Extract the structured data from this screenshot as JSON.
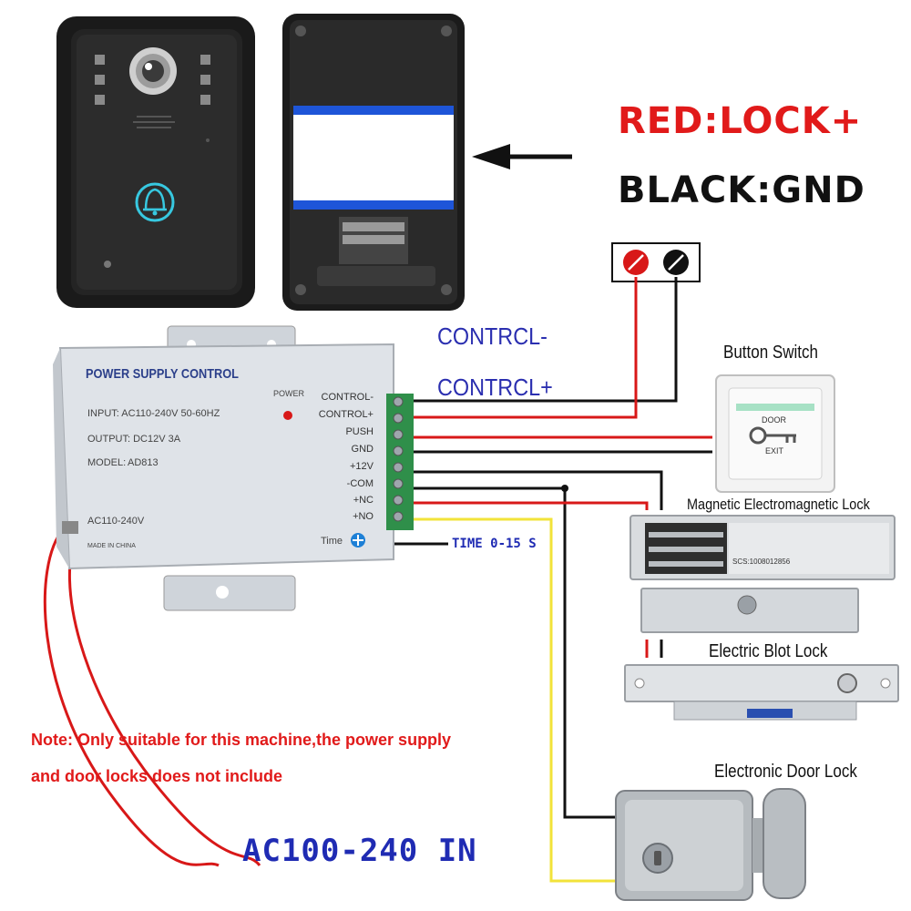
{
  "legend": {
    "red_text": "RED:LOCK+",
    "black_text": "BLACK:GND",
    "red_color": "#e11a1a",
    "black_color": "#111111"
  },
  "control_labels": {
    "minus": "CONTRCL-",
    "plus": "CONTRCL+",
    "color": "#2b2fb0"
  },
  "psu": {
    "title": "POWER SUPPLY CONTROL",
    "power_label": "POWER",
    "input": "INPUT: AC110-240V  50-60HZ",
    "output": "OUTPUT: DC12V  3A",
    "model_label": "MODEL:",
    "model_value": "AD813",
    "ac_label": "AC110-240V",
    "made_in": "MADE IN CHINA",
    "time_label": "Time",
    "terminals": [
      "CONTROL-",
      "CONTROL+",
      "PUSH",
      "GND",
      "+12V",
      "-COM",
      "+NC",
      "+NO"
    ]
  },
  "time_setting": "TIME 0-15 S",
  "devices": {
    "button_switch": "Button Switch",
    "door_text": "DOOR",
    "exit_text": "EXIT",
    "mag_lock": "Magnetic Electromagnetic Lock",
    "mag_plate_text": "SCS:1008012856",
    "bolt_lock": "Electric Blot Lock",
    "door_lock": "Electronic Door Lock"
  },
  "note": {
    "line1": "Note: Only suitable for this machine,the power supply",
    "line2": "and door locks does not include"
  },
  "ac_input": "AC100-240 IN",
  "wire_colors": {
    "red": "#d81818",
    "black": "#111111",
    "yellow": "#f2e33a"
  },
  "icons": [
    "doorbell-icon",
    "camera-lens-icon",
    "arrow-left-icon",
    "time-knob-icon",
    "key-icon"
  ]
}
